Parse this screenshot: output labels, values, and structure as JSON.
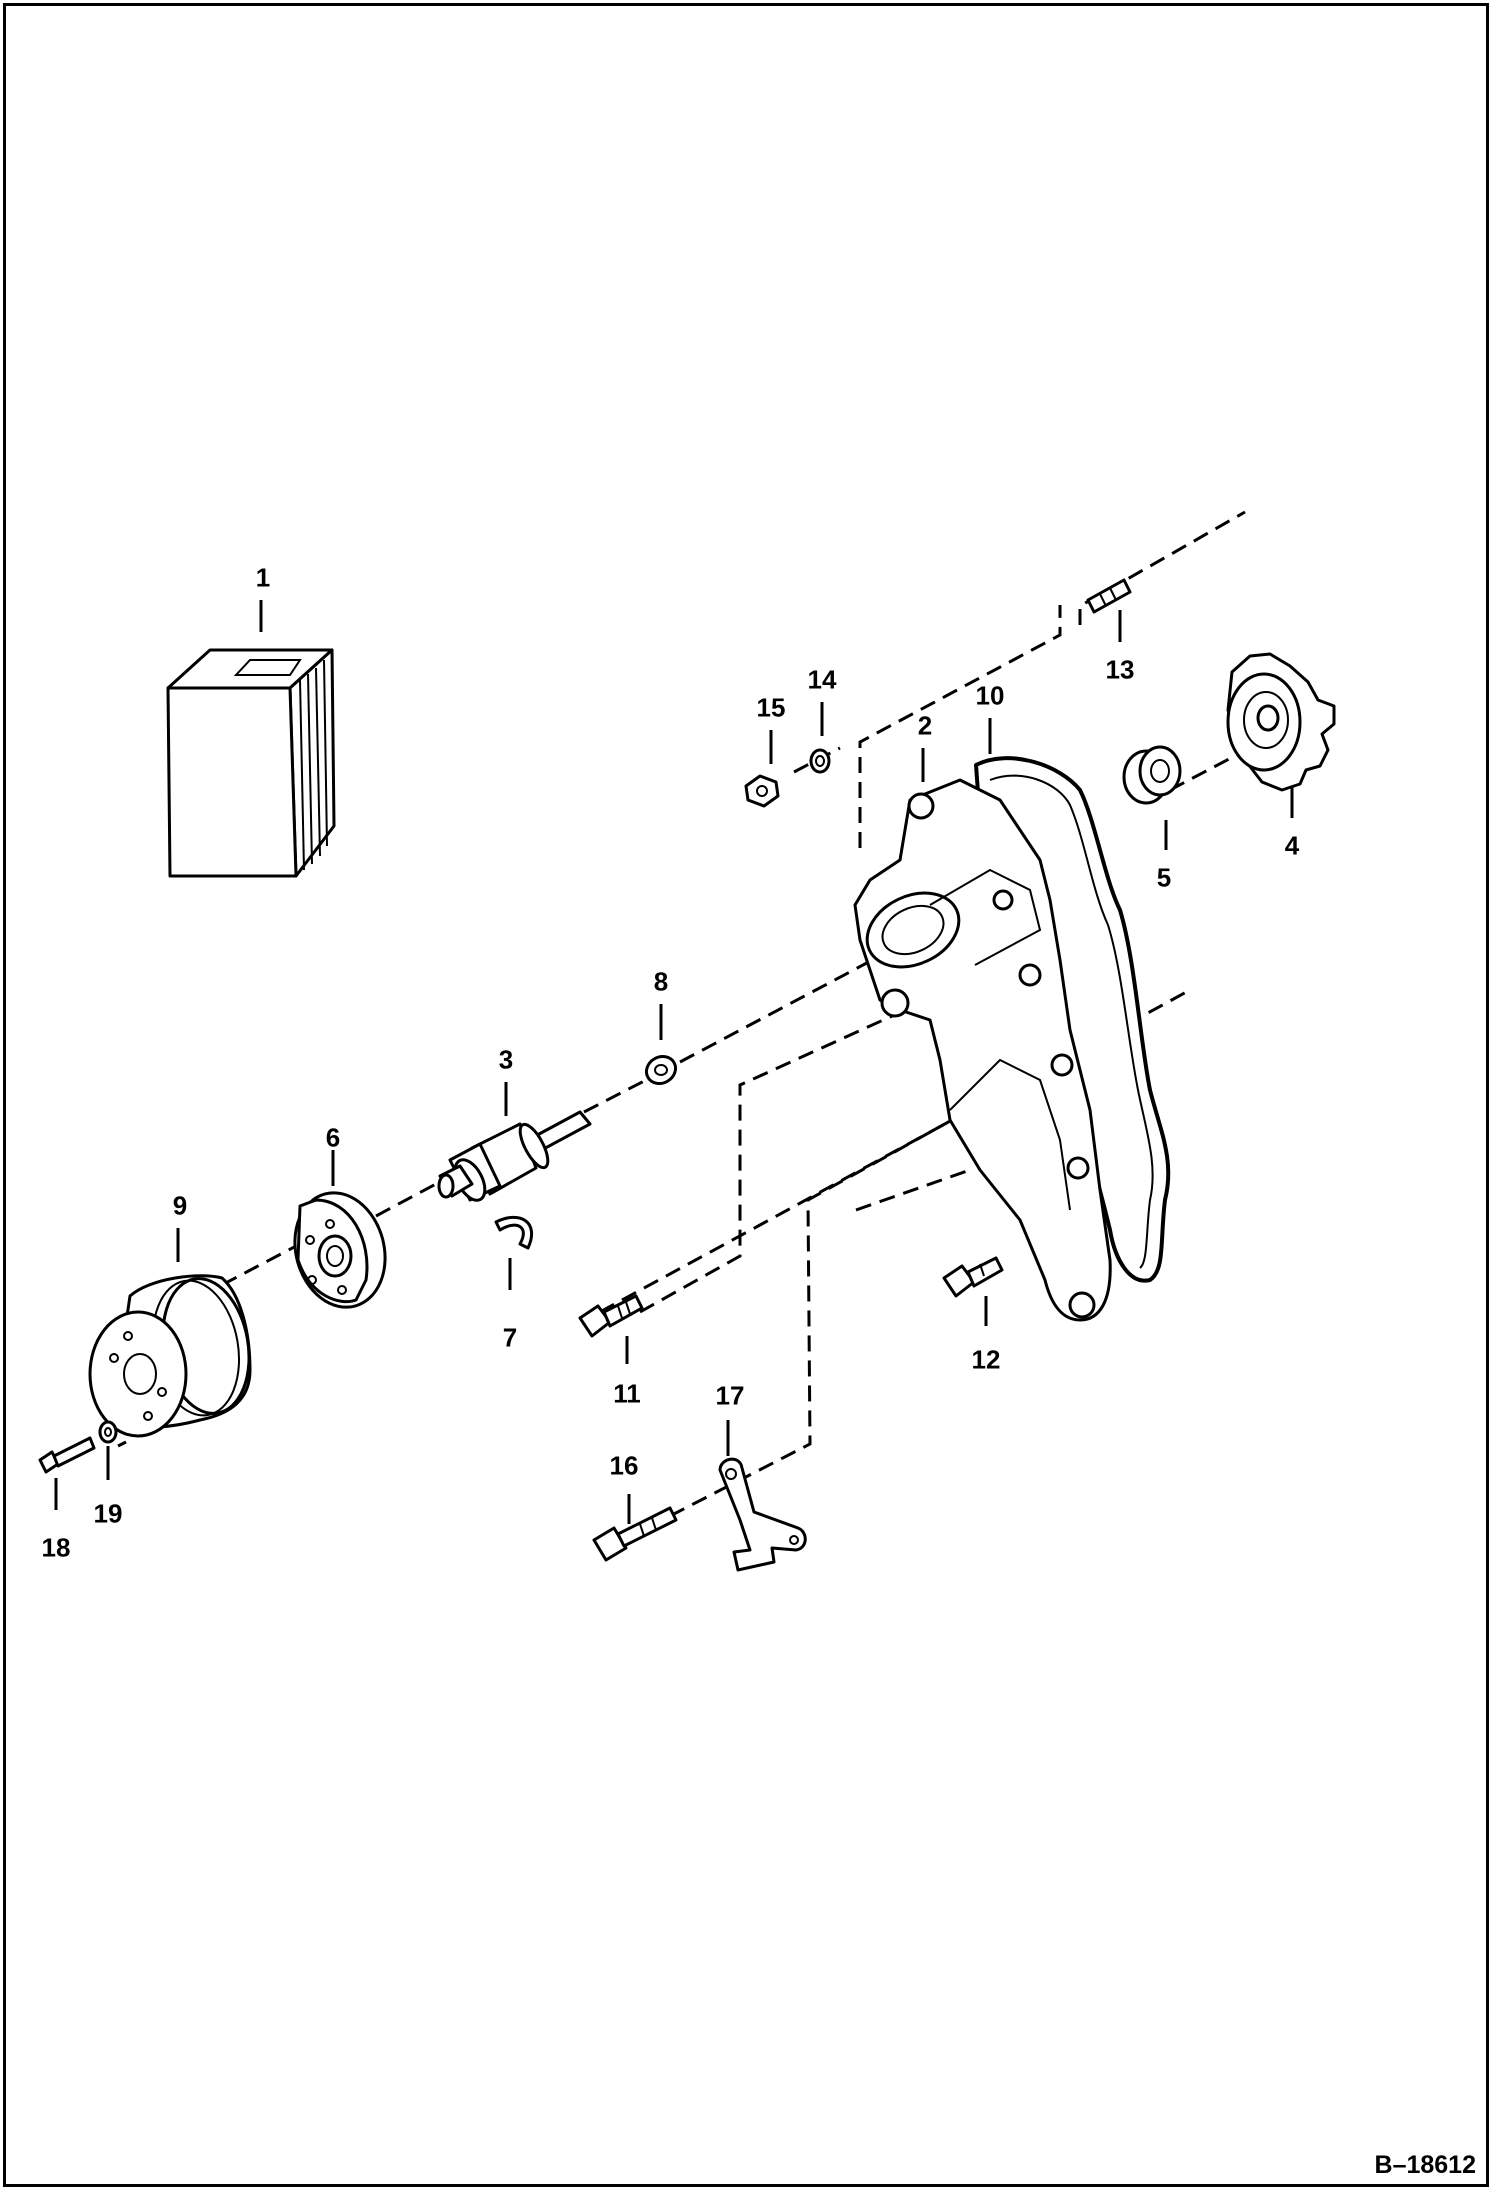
{
  "figure_id": "B–18612",
  "callouts": [
    {
      "id": "1",
      "label": "1"
    },
    {
      "id": "2",
      "label": "2"
    },
    {
      "id": "3",
      "label": "3"
    },
    {
      "id": "4",
      "label": "4"
    },
    {
      "id": "5",
      "label": "5"
    },
    {
      "id": "6",
      "label": "6"
    },
    {
      "id": "7",
      "label": "7"
    },
    {
      "id": "8",
      "label": "8"
    },
    {
      "id": "9",
      "label": "9"
    },
    {
      "id": "10",
      "label": "10"
    },
    {
      "id": "11",
      "label": "11"
    },
    {
      "id": "12",
      "label": "12"
    },
    {
      "id": "13",
      "label": "13"
    },
    {
      "id": "14",
      "label": "14"
    },
    {
      "id": "15",
      "label": "15"
    },
    {
      "id": "16",
      "label": "16"
    },
    {
      "id": "17",
      "label": "17"
    },
    {
      "id": "18",
      "label": "18"
    },
    {
      "id": "19",
      "label": "19"
    }
  ]
}
